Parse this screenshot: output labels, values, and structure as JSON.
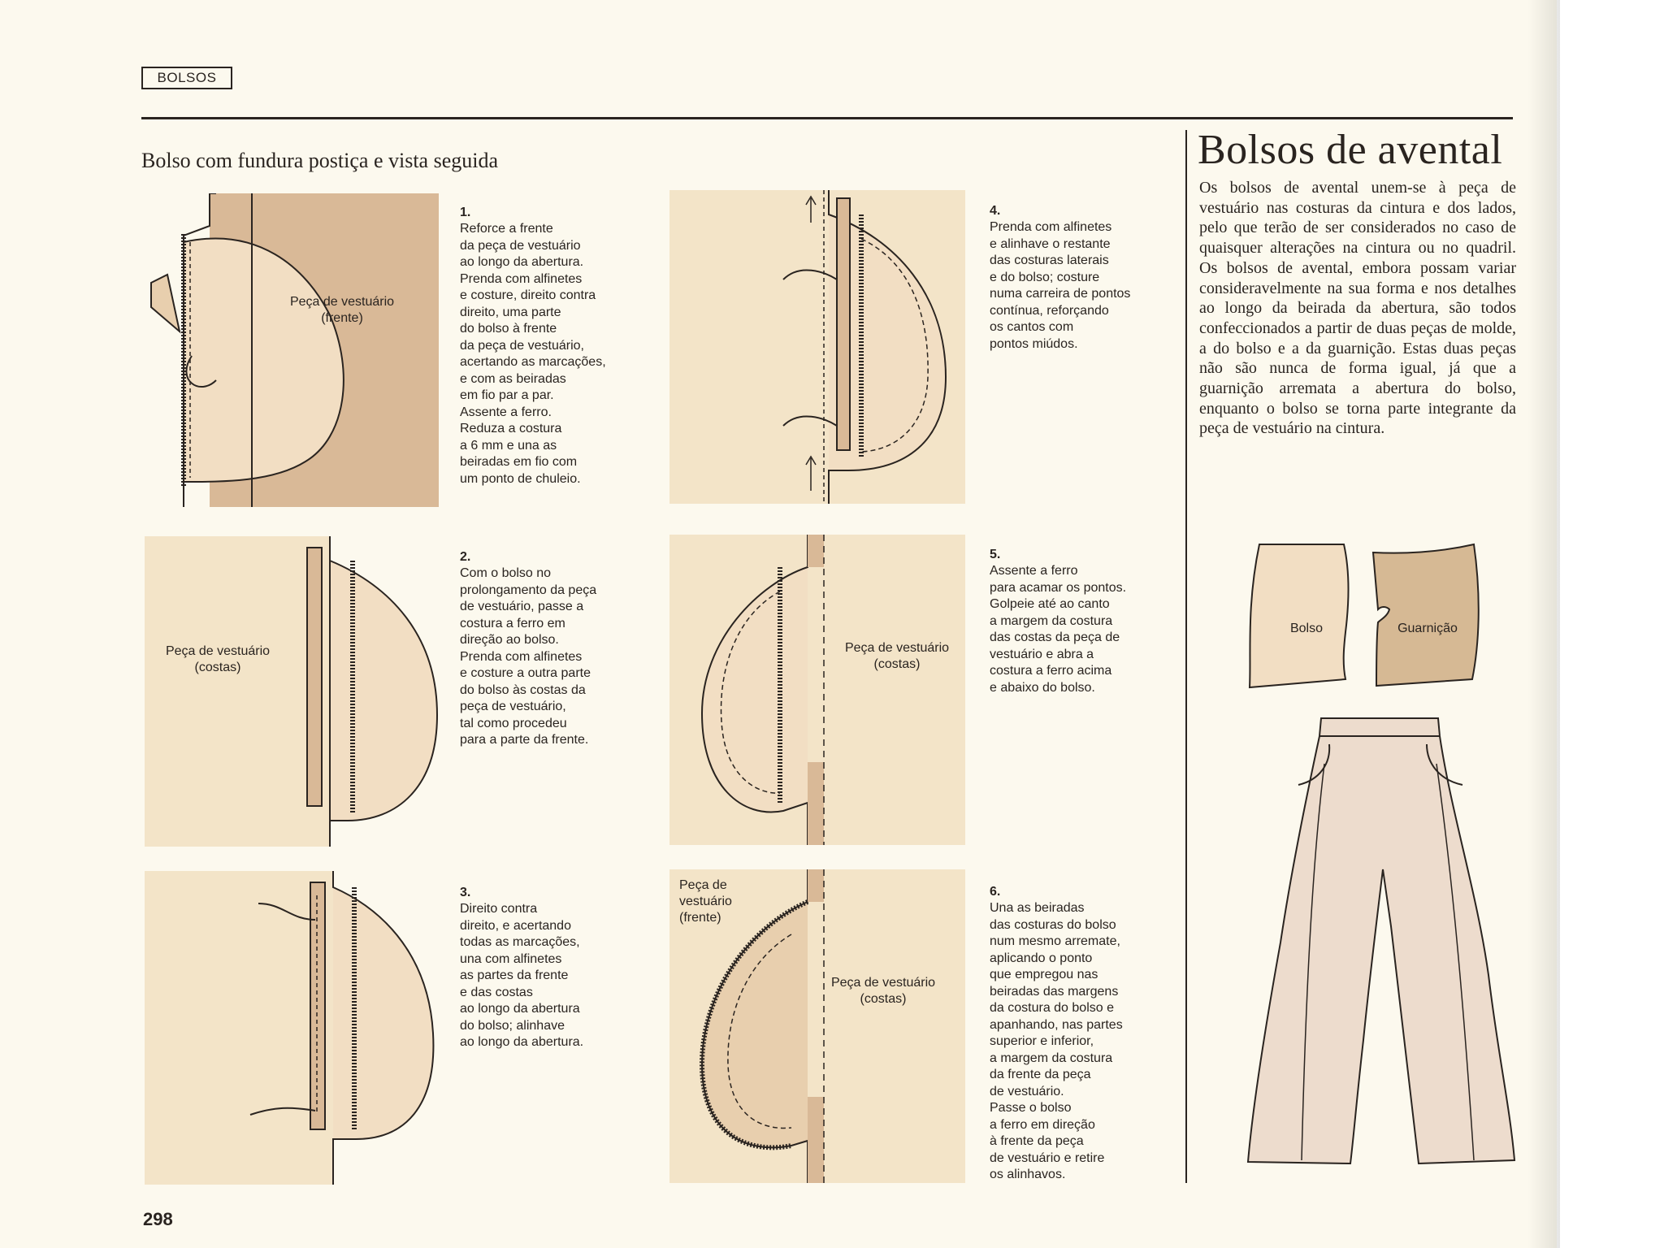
{
  "section_label": "BOLSOS",
  "heading": "Bolso com fundura postiça e vista seguida",
  "right_title": "Bolsos de avental",
  "right_body": "Os bolsos de avental unem-se à peça de vestuário nas costuras da cintura e dos lados, pelo que terão de ser considerados no caso de quaisquer alterações na cintura ou no quadril. Os bolsos de avental, embora possam variar consideravelmente na sua forma e nos detalhes ao longo da beirada da abertura, são todos confeccionados a partir de duas peças de molde, a do bolso e a da guarnição. Estas duas peças não são nunca de forma igual, já que a guarnição arremata a abertura do bolso, enquanto o bolso se torna parte integrante da peça de vestuário na cintura.",
  "steps": [
    {
      "num": "1.",
      "text": "Reforce a frente\nda peça de vestuário\nao longo da abertura.\nPrenda com alfinetes\ne costure, direito contra\ndireito, uma parte\ndo bolso à frente\nda peça de vestuário,\nacertando as marcações,\ne com as beiradas\nem fio par a par.\nAssente a ferro.\nReduza a costura\na 6 mm e una as\nbeiradas em fio com\num ponto de chuleio."
    },
    {
      "num": "2.",
      "text": "Com o bolso no\nprolongamento da peça\nde vestuário, passe a\ncostura a ferro em\ndireção ao bolso.\nPrenda com alfinetes\ne costure a outra parte\ndo bolso às costas da\npeça de vestuário,\ntal como procedeu\npara a parte da frente."
    },
    {
      "num": "3.",
      "text": "Direito contra\ndireito, e acertando\ntodas as marcações,\nuna com alfinetes\nas partes da frente\ne das costas\nao longo da abertura\ndo bolso; alinhave\nao longo da abertura."
    },
    {
      "num": "4.",
      "text": "Prenda com alfinetes\ne alinhave o restante\ndas costuras laterais\ne do bolso; costure\nnuma carreira de pontos\ncontínua, reforçando\nos cantos com\npontos miúdos."
    },
    {
      "num": "5.",
      "text": "Assente a ferro\npara acamar os pontos.\nGolpeie até ao canto\na margem da costura\ndas costas da peça de\nvestuário e abra a\ncostura a ferro acima\ne abaixo do bolso."
    },
    {
      "num": "6.",
      "text": "Una as beiradas\ndas costuras do bolso\nnum mesmo arremate,\naplicando o ponto\nque empregou nas\nbeiradas das margens\nda costura do bolso e\napanhando, nas partes\nsuperior e inferior,\na margem da costura\nda frente da peça\nde vestuário.\nPasse o bolso\na ferro em direção\nà frente da peça\nde vestuário e retire\nos alinhavos."
    }
  ],
  "figure_labels": {
    "fig1": "Peça de vestuário\n(frente)",
    "fig2": "Peça de vestuário\n(costas)",
    "fig5": "Peça de vestuário\n(costas)",
    "fig6_front": "Peça de\nvestuário\n(frente)",
    "fig6_back": "Peça de vestuário\n(costas)",
    "pattern_bolso": "Bolso",
    "pattern_guarnicao": "Guarnição"
  },
  "page_number": "298",
  "colors": {
    "paper": "#fcf9ee",
    "panel_tan": "#f3e4c8",
    "fabric_dark": "#d9b997",
    "pocket_light": "#f2dec3",
    "guarnicao": "#d6b994",
    "ink": "#2a2420"
  }
}
